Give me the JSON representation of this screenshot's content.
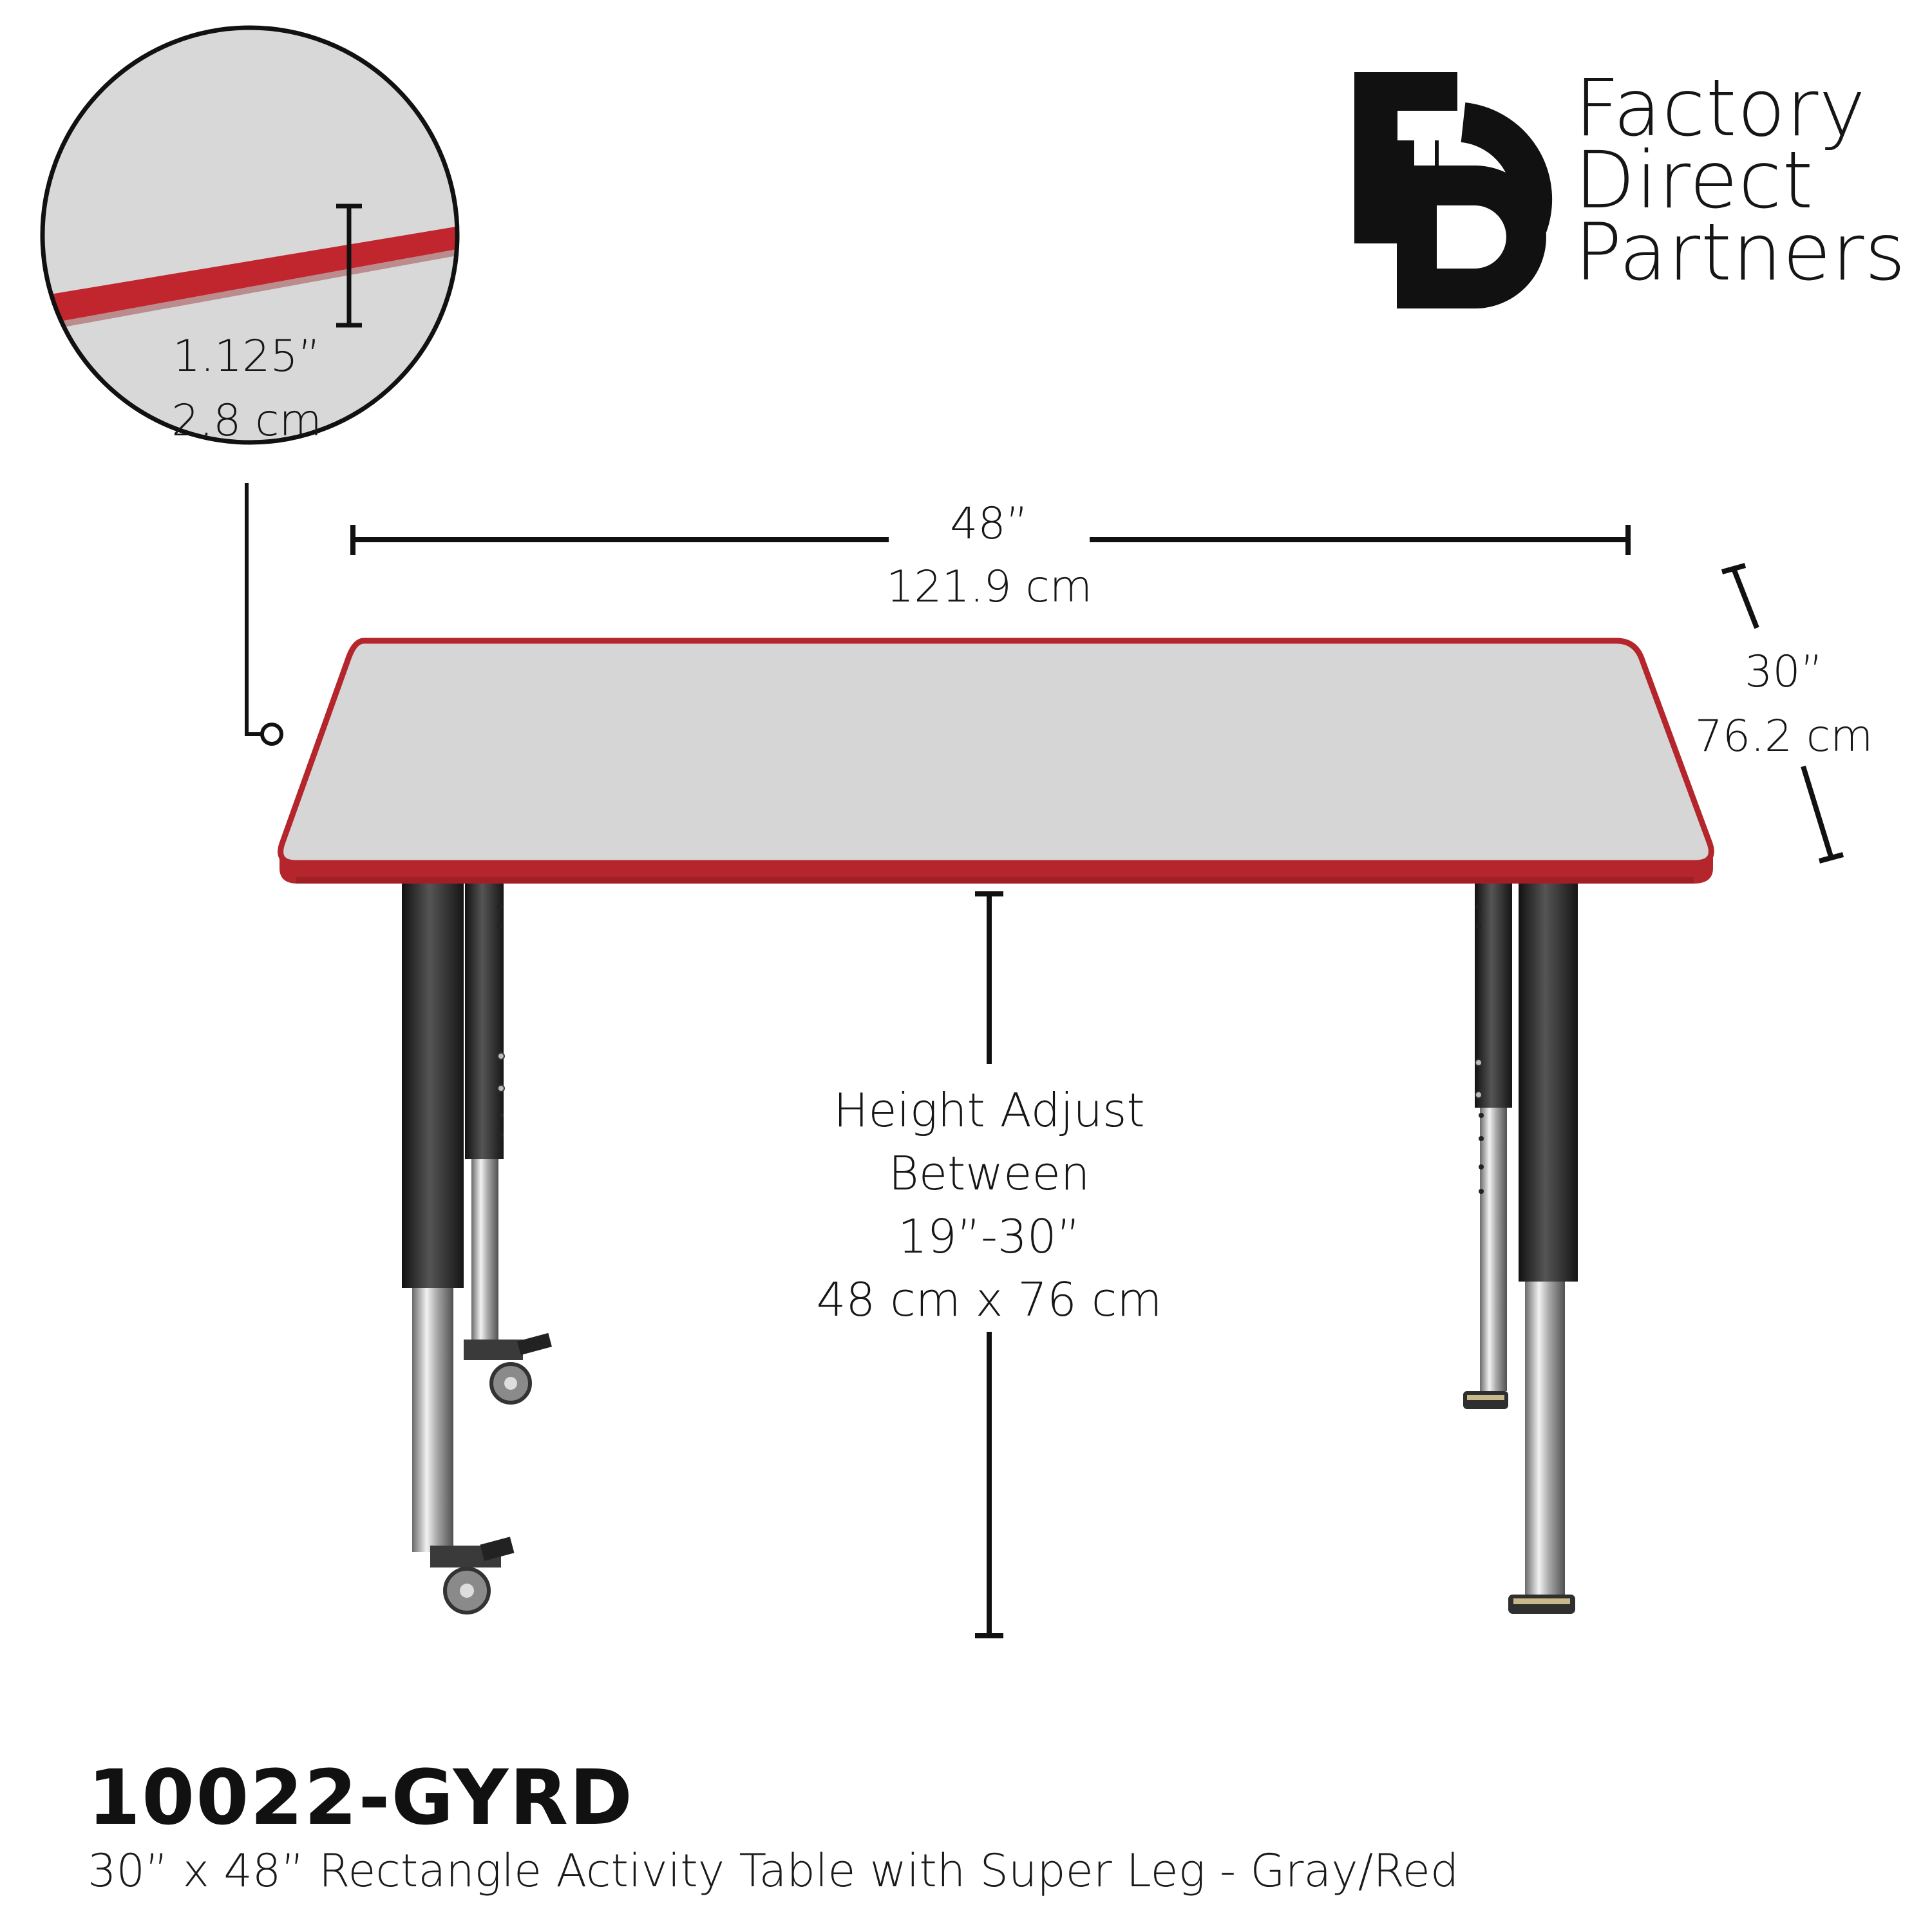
{
  "brand": {
    "logo_monogram": "FD",
    "name_lines": [
      "Factory",
      "Direct",
      "Partners"
    ]
  },
  "detail_callout": {
    "thickness_in": "1.125”",
    "thickness_cm": "2.8 cm"
  },
  "dimensions": {
    "width_in": "48”",
    "width_cm": "121.9 cm",
    "depth_in": "30”",
    "depth_cm": "76.2 cm",
    "height_lines": [
      "Height Adjust",
      "Between",
      "19”-30”",
      "48 cm x 76 cm"
    ]
  },
  "product": {
    "model": "10022-GYRD",
    "description": "30” x 48” Rectangle Activity Table with Super Leg - Gray/Red"
  },
  "colors": {
    "tabletop": "#d6d6d6",
    "edge": "#b4252c",
    "leg_dark": "#2a2a2a",
    "chrome": "#b9b9b9",
    "line": "#111111"
  }
}
